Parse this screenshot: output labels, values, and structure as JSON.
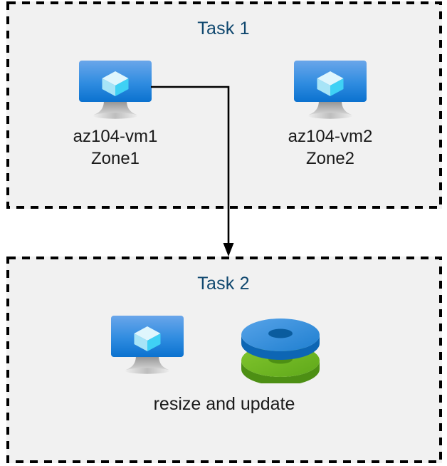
{
  "diagram": {
    "title": "Azure VM tasks diagram",
    "background_color": "#ffffff",
    "group_fill": "#f1f1f1",
    "group_border_color": "#000000",
    "title_color": "#10486f",
    "label_color": "#1a1a1a",
    "connector_color": "#000000"
  },
  "groups": [
    {
      "id": "task1",
      "title": "Task 1",
      "nodes": [
        {
          "id": "vm1",
          "icon": "virtual-machine-icon",
          "label_line1": "az104-vm1",
          "label_line2": "Zone1",
          "icon_colors": {
            "screen_top": "#5ea0e8",
            "screen_bottom": "#0f7ad6",
            "cube": "#b9eefc",
            "stand": "#b3b3b3"
          }
        },
        {
          "id": "vm2",
          "icon": "virtual-machine-icon",
          "label_line1": "az104-vm2",
          "label_line2": "Zone2",
          "icon_colors": {
            "screen_top": "#5ea0e8",
            "screen_bottom": "#0f7ad6",
            "cube": "#b9eefc",
            "stand": "#b3b3b3"
          }
        }
      ]
    },
    {
      "id": "task2",
      "title": "Task 2",
      "caption": "resize and update",
      "nodes": [
        {
          "id": "t2-vm",
          "icon": "virtual-machine-icon",
          "icon_colors": {
            "screen_top": "#5ea0e8",
            "screen_bottom": "#0f7ad6",
            "cube": "#b9eefc",
            "stand": "#b3b3b3"
          }
        },
        {
          "id": "t2-disks",
          "icon": "managed-disks-icon",
          "icon_colors": {
            "disk_top": "#3c8fd9",
            "disk_top_side": "#0f72c4",
            "disk_bottom": "#72ba25",
            "disk_bottom_side": "#539a16"
          }
        }
      ]
    }
  ],
  "connector": {
    "id": "vm1-to-task2",
    "from": "vm1",
    "to": "task2",
    "arrowhead": "arrow-down-icon",
    "style": "elbow"
  }
}
